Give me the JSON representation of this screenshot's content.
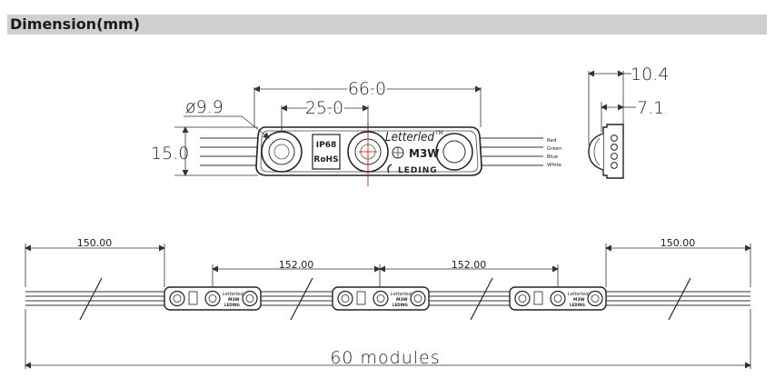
{
  "header": {
    "title": "Dimension(mm)"
  },
  "top_view": {
    "dim_diameter": "ø9.9",
    "dim_pitch": "25.0",
    "dim_length": "66.0",
    "dim_height": "15.0",
    "label_ip": "IP68",
    "label_rohs": "RoHS",
    "brand": "Letterled",
    "trademark": "TM",
    "model": "M3W",
    "maker": "LEDING",
    "wire_labels": [
      "Red",
      "Green",
      "Blue",
      "White"
    ]
  },
  "side_view": {
    "dim_depth": "10.4",
    "dim_body": "7.1"
  },
  "chain_view": {
    "lead_left": "150.00",
    "lead_right": "150.00",
    "spacing_1": "152.00",
    "spacing_2": "152.00",
    "count": "60 modules",
    "module_brand": "Letterled",
    "module_model": "M3W",
    "module_maker": "LEDING"
  },
  "colors": {
    "header_bg": "#cfcfcf",
    "line": "#333333",
    "center_line": "#cc0000"
  }
}
